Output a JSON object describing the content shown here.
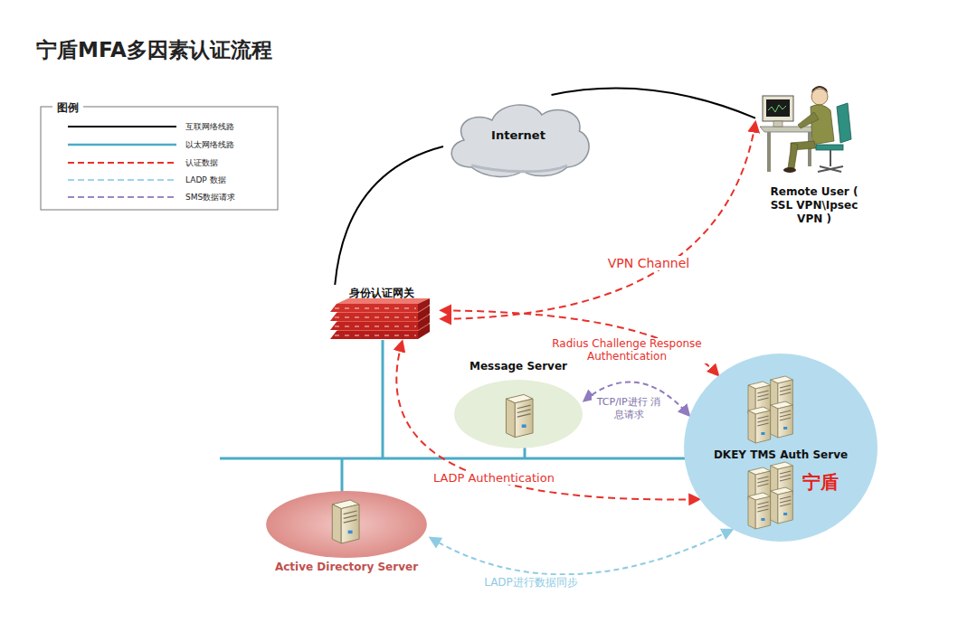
{
  "diagram": {
    "title": "宁盾MFA多因素认证流程",
    "nodes": [
      {
        "text": [
          "Internet"
        ]
      },
      {
        "text": [
          "Remote User ( SSL VPN\\Ipsec VPN )"
        ]
      },
      {
        "text": [
          "身份认证网关"
        ]
      },
      {
        "text": [
          "Message Server"
        ]
      },
      {
        "text": [
          "DKEY TMS Auth Serve",
          "宁盾"
        ]
      },
      {
        "text": [
          "Active Directory Server"
        ]
      }
    ],
    "edges": [
      {
        "from": 0,
        "to": 1,
        "arrow": "none"
      },
      {
        "from": 2,
        "to": 0,
        "arrow": "none"
      },
      {
        "from": 1,
        "to": 2,
        "label": "VPN Channel",
        "arrow": "both"
      },
      {
        "from": 2,
        "to": 4,
        "label": "Radius Challenge Response Authentication",
        "arrow": "both"
      },
      {
        "from": 2,
        "to": 4,
        "label": "LADP Authentication",
        "arrow": "both"
      },
      {
        "from": 3,
        "to": 4,
        "label": "TCP/IP进行 消息请求",
        "arrow": "both"
      },
      {
        "from": 5,
        "to": 4,
        "label": "LADP进行数据同步",
        "arrow": "both"
      }
    ],
    "labels": [
      "图例"
    ],
    "legend": [
      {
        "text": "互联网络线路"
      },
      {
        "text": "以太网络线路"
      },
      {
        "text": "认证数据"
      },
      {
        "text": "LADP 数据"
      },
      {
        "text": "SMS数据请求"
      }
    ]
  }
}
